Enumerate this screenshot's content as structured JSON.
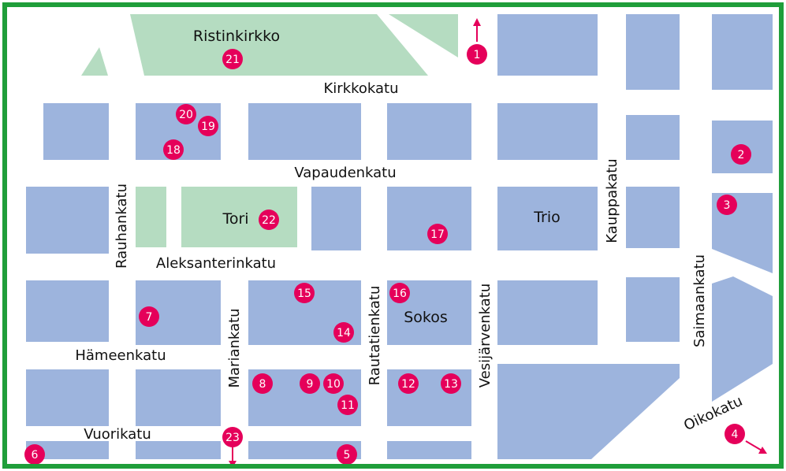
{
  "colors": {
    "border": "#1f9e3a",
    "block": "#9db4dd",
    "park": "#b5dcc1",
    "marker": "#e5005a",
    "arrow": "#e5005a"
  },
  "places": {
    "ristinkirkko": "Ristinkirkko",
    "tori": "Tori",
    "trio": "Trio",
    "sokos": "Sokos"
  },
  "streets": {
    "kirkkokatu": "Kirkkokatu",
    "vapaudenkatu": "Vapaudenkatu",
    "aleksanterinkatu": "Aleksanterinkatu",
    "hameenkatu": "Hämeenkatu",
    "vuorikatu": "Vuorikatu",
    "rauhankatu": "Rauhankatu",
    "mariankatu": "Mariankatu",
    "rautatienkatu": "Rautatienkatu",
    "vesijarvenkatu": "Vesijärvenkatu",
    "kauppakatu": "Kauppakatu",
    "saimaankatu": "Saimaankatu",
    "oikokatu": "Oikokatu"
  },
  "markers": [
    "1",
    "2",
    "3",
    "4",
    "5",
    "6",
    "7",
    "8",
    "9",
    "10",
    "11",
    "12",
    "13",
    "14",
    "15",
    "16",
    "17",
    "18",
    "19",
    "20",
    "21",
    "22",
    "23"
  ]
}
